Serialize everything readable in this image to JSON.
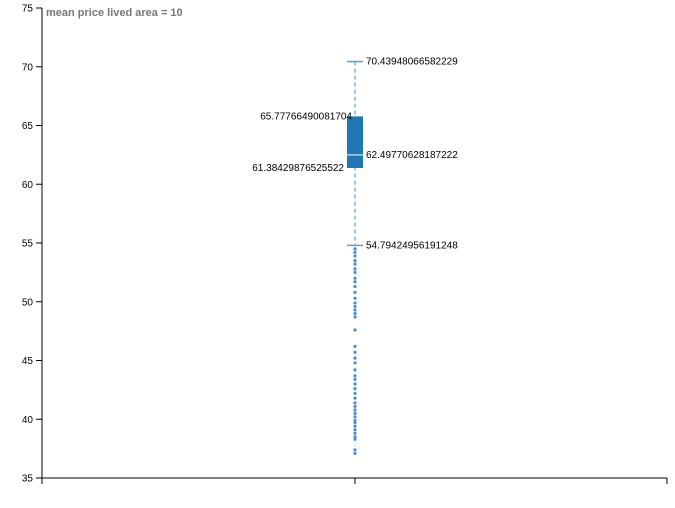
{
  "chart_data": {
    "type": "boxplot",
    "title": "mean price lived area = 10",
    "ylim": [
      35,
      75
    ],
    "y_ticks": [
      "35",
      "40",
      "45",
      "50",
      "55",
      "60",
      "65",
      "70",
      "75"
    ],
    "box": {
      "upper_whisker": 70.43948066582229,
      "q3": 65.77766490081704,
      "median": 62.49770628187222,
      "q1": 61.38429876525522,
      "lower_whisker": 54.79424956191248,
      "labels": {
        "upper_whisker": "70.43948066582229",
        "q3": "65.77766490081704",
        "median": "62.49770628187222",
        "q1": "61.38429876525522",
        "lower_whisker": "54.79424956191248"
      }
    },
    "outliers": [
      54.5,
      54.2,
      53.9,
      53.5,
      53.2,
      52.8,
      52.5,
      52.0,
      51.7,
      51.3,
      50.8,
      50.3,
      49.9,
      49.6,
      49.3,
      49.0,
      48.7,
      47.6,
      46.2,
      45.7,
      45.2,
      44.8,
      44.2,
      43.7,
      43.4,
      43.0,
      42.6,
      42.2,
      41.8,
      41.4,
      41.1,
      40.8,
      40.5,
      40.2,
      39.9,
      39.7,
      39.4,
      39.1,
      38.8,
      38.5,
      38.3,
      37.4,
      37.1
    ],
    "colors": {
      "box": "#1f77b4",
      "whisker": "#5a9fd6",
      "outlier": "#4a90d0",
      "axis": "#000000",
      "title": "#777777"
    }
  }
}
